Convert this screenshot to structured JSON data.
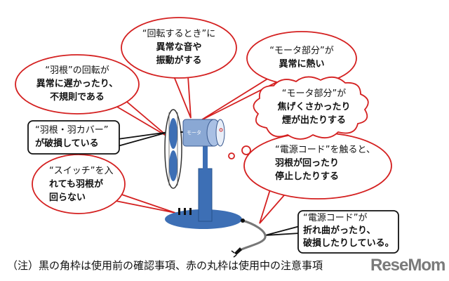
{
  "callouts": {
    "rotation_noise": [
      "“回転するとき”に",
      "異常な音や",
      "振動がする"
    ],
    "motor_hot": [
      "“モータ部分”が",
      "異常に熱い"
    ],
    "blade_slow": [
      "“羽根”の回転が",
      "異常に遅かったり、",
      "不規則である"
    ],
    "motor_smell": [
      "“モータ部分”が",
      "焦げくさかったり",
      "煙が出たりする"
    ],
    "blade_damaged": [
      "“羽根・羽カバー”",
      "が破損している"
    ],
    "switch": [
      "“スイッチ”を入",
      "れても羽根が",
      "回らない"
    ],
    "cord_touch": [
      "“電源コード”を触ると、",
      "羽根が回ったり",
      "停止したりする"
    ],
    "cord_bent": [
      "“電源コード”が",
      "折れ曲がったり、",
      "破損したりしている。"
    ]
  },
  "motor_label": "モータ",
  "footnote": "（注）黒の角枠は使用前の確認事項、赤の丸枠は使用中の注意事項",
  "logo": "ReseMom",
  "colors": {
    "red_frame": "#d42020",
    "black_frame": "#111111",
    "fan_blue": "#3d6fb5"
  }
}
